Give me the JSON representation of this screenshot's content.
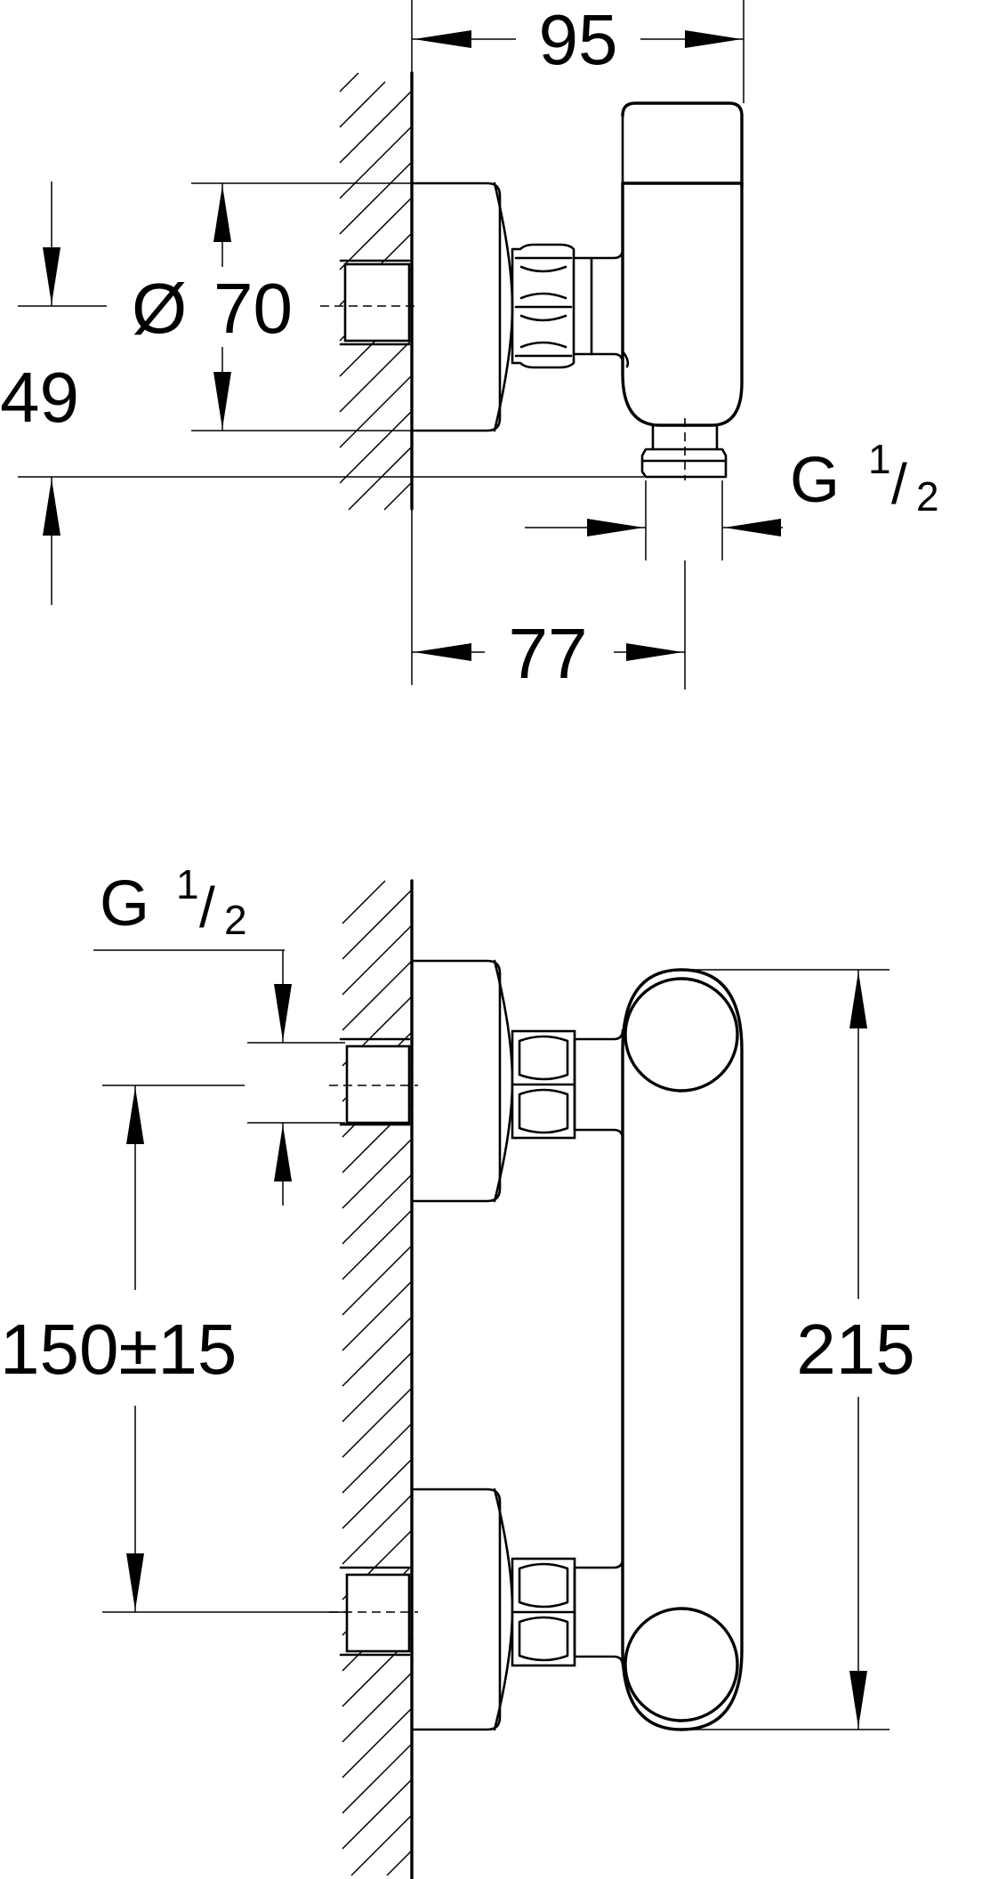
{
  "side_view": {
    "width_top": "95",
    "depth_bottom": "77",
    "diameter_symbol": "Ø",
    "diameter_value": "70",
    "height_left": "49",
    "thread": {
      "letter": "G",
      "numerator": "1",
      "slash": "/",
      "denominator": "2"
    }
  },
  "front_view": {
    "thread": {
      "letter": "G",
      "numerator": "1",
      "slash": "/",
      "denominator": "2"
    },
    "center_distance": "150±15",
    "overall_height": "215"
  }
}
